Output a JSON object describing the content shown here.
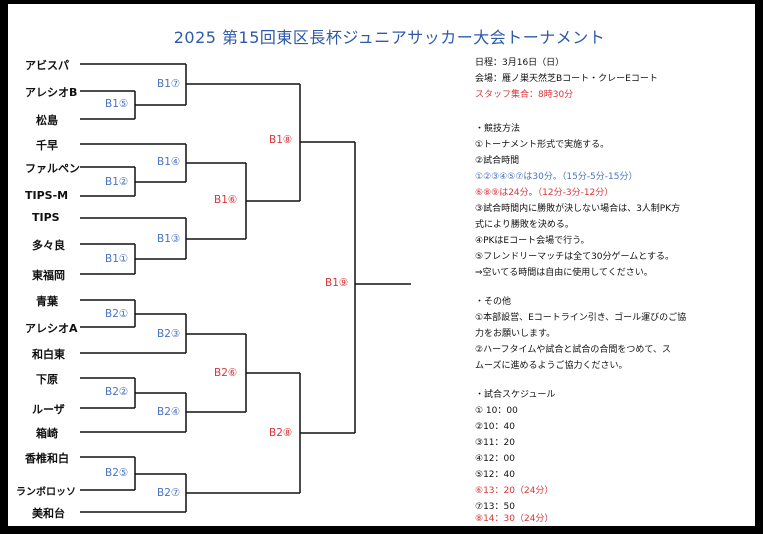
{
  "title": "2025 第15回東区長杯ジュニアサッカー大会トーナメント",
  "teams": [
    "アビスパ",
    "アレシオB",
    "松島",
    "千早",
    "ファルペン",
    "TIPS-M",
    "TIPS",
    "多々良",
    "東福岡",
    "青葉",
    "アレシオA",
    "和白東",
    "下原",
    "ルーザ",
    "箱崎",
    "香椎和白",
    "ランボロッソ",
    "美和台"
  ],
  "matches": {
    "b1_5": "B1⑤",
    "b1_7": "B1⑦",
    "b1_2": "B1②",
    "b1_4": "B1④",
    "b1_1": "B1①",
    "b1_3": "B1③",
    "b1_6": "B1⑥",
    "b1_8": "B1⑧",
    "b1_9": "B1⑨",
    "b2_1": "B2①",
    "b2_3": "B2③",
    "b2_2": "B2②",
    "b2_4": "B2④",
    "b2_5": "B2⑤",
    "b2_7": "B2⑦",
    "b2_6": "B2⑥",
    "b2_8": "B2⑧"
  },
  "info": {
    "date": "日程：3月16日（日）",
    "venue": "会場：雁ノ巣天然芝Bコート・クレーEコート",
    "staff": "スタッフ集合：8時30分",
    "rules_head": "・競技方法",
    "r1": "①トーナメント形式で実施する。",
    "r2": "②試合時間",
    "r2a": "①②③④⑤⑦は30分。（15分-5分-15分）",
    "r2b": "⑥⑧⑨は24分。（12分-3分-12分）",
    "r3a": "③試合時間内に勝敗が決しない場合は、3人制PK方",
    "r3b": "式により勝敗を決める。",
    "r4": "④PKはEコート会場で行う。",
    "r5": "⑤フレンドリーマッチは全て30分ゲームとする。",
    "r6": "⇒空いてる時間は自由に使用してください。",
    "other_head": "・その他",
    "o1a": "①本部設営、Eコートライン引き、ゴール運びのご協",
    "o1b": "力をお願いします。",
    "o2a": "②ハーフタイムや試合と試合の合間をつめて、ス",
    "o2b": "ムーズに進めるようご協力ください。",
    "sched_head": "・試合スケジュール",
    "schedule": [
      "① 10：00",
      "②10：40",
      "③11：20",
      "④12：00",
      "⑤12：40",
      "⑥13：20（24分）",
      "⑦13：50",
      "⑧14：30（24分）"
    ]
  }
}
